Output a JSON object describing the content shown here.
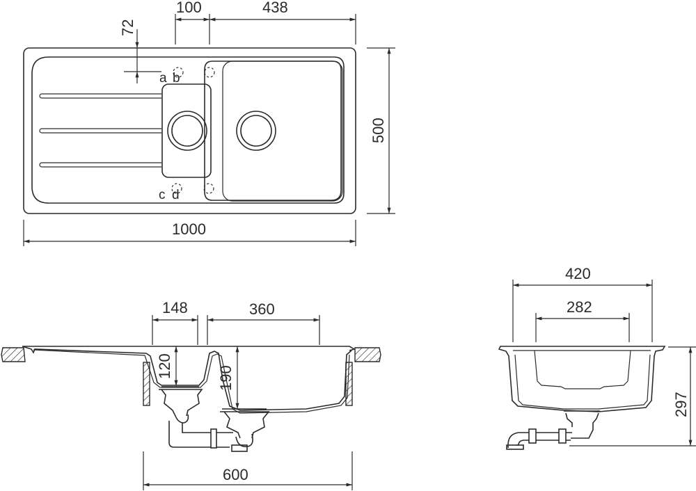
{
  "drawing": {
    "type": "technical drawing - kitchen sink 1.5 bowl with drainer",
    "top_view": {
      "dimensions": {
        "overall_width": "1000",
        "overall_depth": "500",
        "tap_hole_offset_from_edge": "72",
        "small_bowl_tap_spacing": "100",
        "main_bowl_width": "438"
      },
      "tap_hole_labels": [
        "a",
        "b",
        "c",
        "d"
      ]
    },
    "front_section": {
      "dimensions": {
        "small_bowl_width": "148",
        "main_bowl_width": "360",
        "small_bowl_depth": "120",
        "main_bowl_depth": "190",
        "cabinet_width": "600"
      }
    },
    "side_section": {
      "dimensions": {
        "outer_width": "420",
        "inner_width": "282",
        "total_height": "297"
      }
    }
  }
}
